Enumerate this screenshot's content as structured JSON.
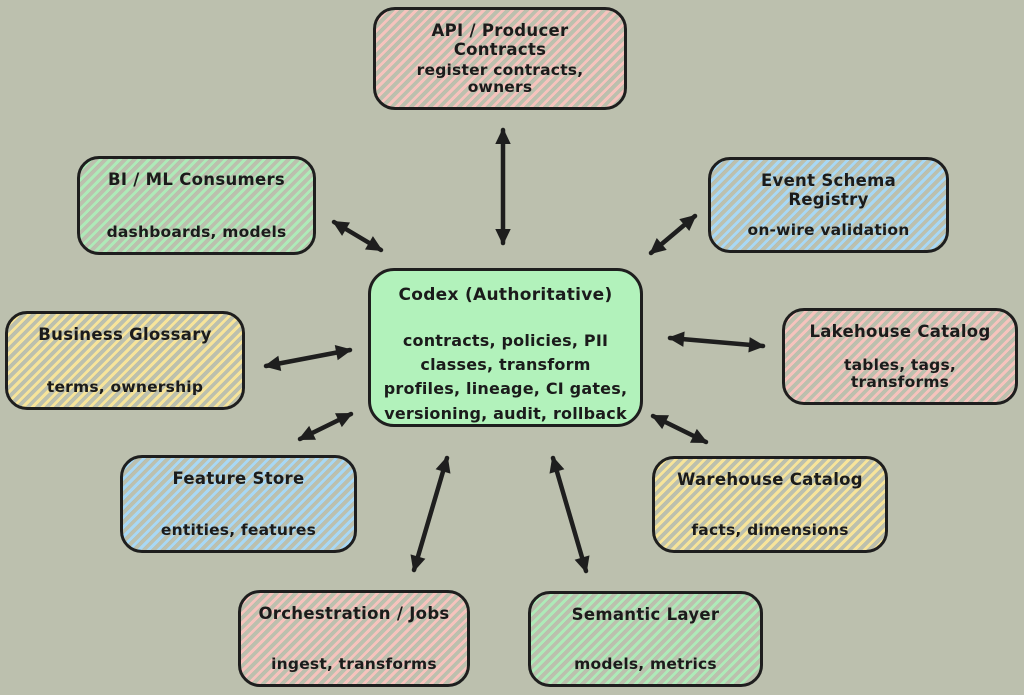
{
  "diagram": {
    "title_hint": "hub-and-spoke architecture diagram, hand-drawn style",
    "center": {
      "id": "codex",
      "title": "Codex (Authoritative)",
      "body": "contracts, policies, PII classes, transform profiles, lineage, CI gates, versioning, audit, rollback",
      "fill": "#b2f2bb",
      "fill_style": "solid"
    },
    "nodes": [
      {
        "id": "api-producer-contracts",
        "title": "API / Producer Contracts",
        "subtitle": "register contracts, owners",
        "fill": "#ffc9c9",
        "fill_style": "hachure"
      },
      {
        "id": "bi-ml-consumers",
        "title": "BI / ML Consumers",
        "subtitle": "dashboards, models",
        "fill": "#b2f2bb",
        "fill_style": "hachure"
      },
      {
        "id": "event-schema-registry",
        "title": "Event Schema Registry",
        "subtitle": "on-wire validation",
        "fill": "#a5d8ff",
        "fill_style": "hachure"
      },
      {
        "id": "business-glossary",
        "title": "Business Glossary",
        "subtitle": "terms, ownership",
        "fill": "#ffec99",
        "fill_style": "hachure"
      },
      {
        "id": "lakehouse-catalog",
        "title": "Lakehouse Catalog",
        "subtitle": "tables, tags, transforms",
        "fill": "#ffc9c9",
        "fill_style": "hachure"
      },
      {
        "id": "feature-store",
        "title": "Feature Store",
        "subtitle": "entities, features",
        "fill": "#a5d8ff",
        "fill_style": "hachure"
      },
      {
        "id": "warehouse-catalog",
        "title": "Warehouse Catalog",
        "subtitle": "facts, dimensions",
        "fill": "#ffec99",
        "fill_style": "hachure"
      },
      {
        "id": "orchestration-jobs",
        "title": "Orchestration / Jobs",
        "subtitle": "ingest, transforms",
        "fill": "#ffc9c9",
        "fill_style": "hachure"
      },
      {
        "id": "semantic-layer",
        "title": "Semantic Layer",
        "subtitle": "models, metrics",
        "fill": "#b2f2bb",
        "fill_style": "hachure"
      }
    ],
    "edges": [
      {
        "from": "codex",
        "to": "api-producer-contracts",
        "bidirectional": true
      },
      {
        "from": "codex",
        "to": "bi-ml-consumers",
        "bidirectional": true
      },
      {
        "from": "codex",
        "to": "event-schema-registry",
        "bidirectional": true
      },
      {
        "from": "codex",
        "to": "business-glossary",
        "bidirectional": true
      },
      {
        "from": "codex",
        "to": "lakehouse-catalog",
        "bidirectional": true
      },
      {
        "from": "codex",
        "to": "feature-store",
        "bidirectional": true
      },
      {
        "from": "codex",
        "to": "warehouse-catalog",
        "bidirectional": true
      },
      {
        "from": "codex",
        "to": "orchestration-jobs",
        "bidirectional": true
      },
      {
        "from": "codex",
        "to": "semantic-layer",
        "bidirectional": true
      }
    ],
    "colors": {
      "background": "#bcc0ae",
      "stroke": "#1e1e1e",
      "pink": "#ffc9c9",
      "green": "#b2f2bb",
      "blue": "#a5d8ff",
      "yellow": "#ffec99"
    }
  }
}
